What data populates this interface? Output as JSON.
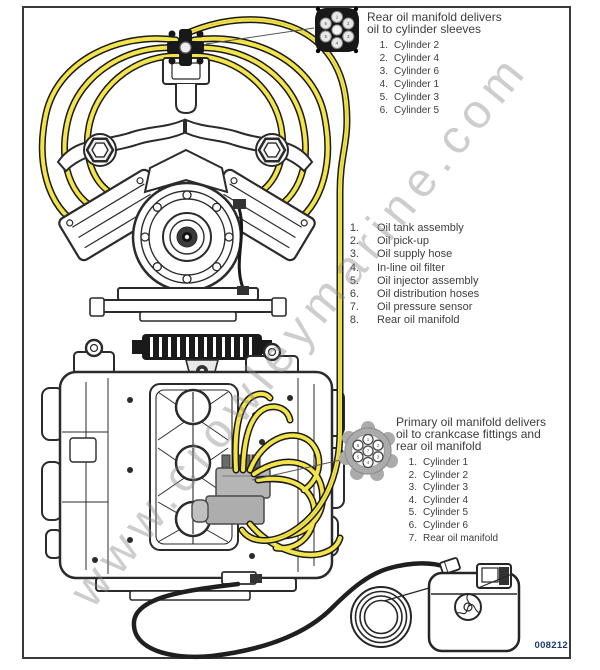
{
  "page": {
    "figure_number": "008212",
    "watermark": "www.crowleymarine.com"
  },
  "rear_manifold_callout": {
    "title_lines": [
      "Rear oil manifold delivers",
      "oil to cylinder sleeves"
    ],
    "items": [
      {
        "num": "1.",
        "label": "Cylinder 2"
      },
      {
        "num": "2.",
        "label": "Cylinder 4"
      },
      {
        "num": "3.",
        "label": "Cylinder 6"
      },
      {
        "num": "4.",
        "label": "Cylinder 1"
      },
      {
        "num": "5.",
        "label": "Cylinder 3"
      },
      {
        "num": "6.",
        "label": "Cylinder 5"
      }
    ],
    "port_numbers": [
      "1",
      "2",
      "3",
      "4",
      "5",
      "6"
    ]
  },
  "parts_list": {
    "items": [
      {
        "num": "1.",
        "label": "Oil tank assembly"
      },
      {
        "num": "2.",
        "label": "Oil pick-up"
      },
      {
        "num": "3.",
        "label": "Oil supply hose"
      },
      {
        "num": "4.",
        "label": "In-line oil filter"
      },
      {
        "num": "5.",
        "label": "Oil injector assembly"
      },
      {
        "num": "6.",
        "label": "Oil distribution hoses"
      },
      {
        "num": "7.",
        "label": "Oil pressure sensor"
      },
      {
        "num": "8.",
        "label": "Rear oil manifold"
      }
    ]
  },
  "primary_manifold_callout": {
    "title_lines": [
      "Primary oil manifold delivers",
      "oil to crankcase fittings and",
      "rear oil manifold"
    ],
    "items": [
      {
        "num": "1.",
        "label": "Cylinder 1"
      },
      {
        "num": "2.",
        "label": "Cylinder 2"
      },
      {
        "num": "3.",
        "label": "Cylinder 3"
      },
      {
        "num": "4.",
        "label": "Cylinder 4"
      },
      {
        "num": "5.",
        "label": "Cylinder 5"
      },
      {
        "num": "6.",
        "label": "Cylinder 6"
      },
      {
        "num": "7.",
        "label": "Rear oil manifold"
      }
    ],
    "port_numbers": [
      "1",
      "2",
      "3",
      "4",
      "5",
      "6",
      "7"
    ]
  },
  "colors": {
    "hose_yellow": "#f3e44a",
    "line_art": "#2b2b2b",
    "manifold_black": "#181818",
    "manifold_gray": "#ababab",
    "figure_number_blue": "#1a3b6e",
    "watermark_gray": "#878787"
  }
}
